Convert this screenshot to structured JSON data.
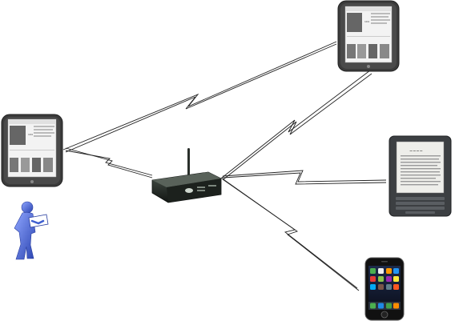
{
  "diagram": {
    "devices": [
      {
        "id": "nook-left",
        "kind": "e-reader",
        "icon": "nook-ereader-icon"
      },
      {
        "id": "nook-top-right",
        "kind": "e-reader",
        "icon": "nook-ereader-icon"
      },
      {
        "id": "kindle-right",
        "kind": "e-reader",
        "icon": "kindle-ereader-icon"
      },
      {
        "id": "iphone-bottom-right",
        "kind": "smartphone",
        "icon": "iphone-icon"
      },
      {
        "id": "router-center",
        "kind": "wireless-router",
        "icon": "router-icon"
      },
      {
        "id": "person-left",
        "kind": "user",
        "icon": "person-reading-icon"
      }
    ],
    "links": [
      {
        "from": "router-center",
        "to": "nook-left"
      },
      {
        "from": "router-center",
        "to": "nook-top-right"
      },
      {
        "from": "router-center",
        "to": "kindle-right"
      },
      {
        "from": "router-center",
        "to": "iphone-bottom-right"
      },
      {
        "from": "nook-left",
        "to": "nook-top-right"
      }
    ],
    "colors": {
      "link": "#222222",
      "device_frame": "#3a3a3a",
      "screen": "#f2f2f2",
      "router_body": "#1f2420",
      "person": "#3f5fd0"
    }
  }
}
